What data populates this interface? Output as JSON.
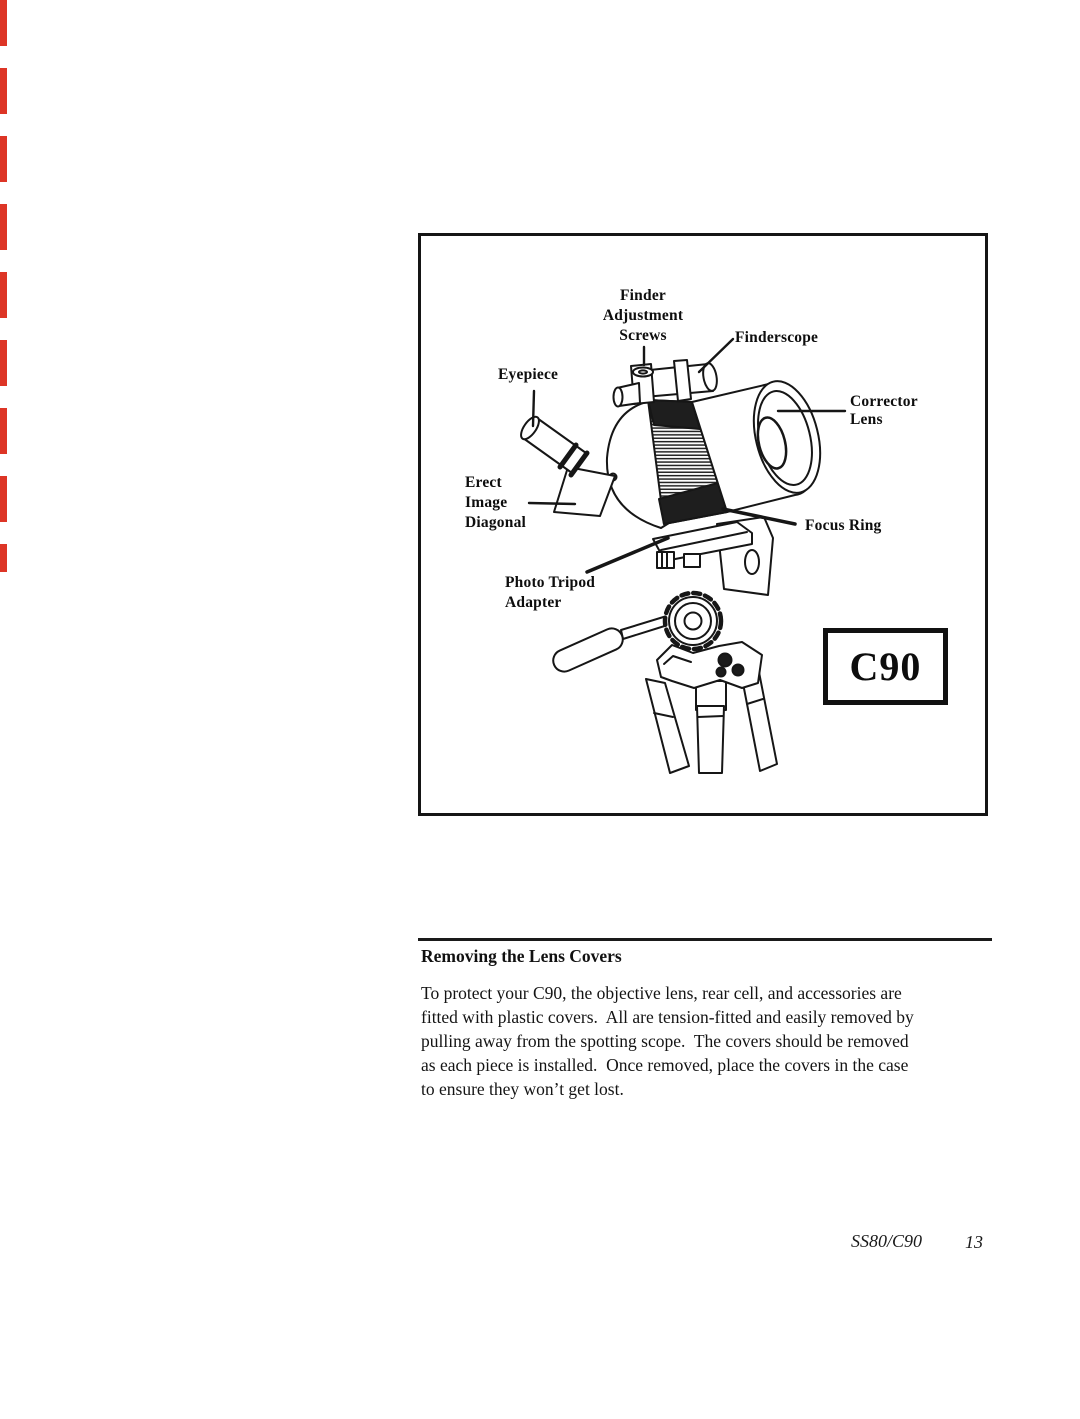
{
  "colors": {
    "ink": "#161616",
    "paper": "#ffffff",
    "edge_mark_red": "#dd3526"
  },
  "diagram": {
    "model_badge": "C90",
    "labels": {
      "finder_adjustment_screws": [
        "Finder",
        "Adjustment",
        "Screws"
      ],
      "finderscope": "Finderscope",
      "eyepiece": "Eyepiece",
      "corrector_lens": [
        "Corrector",
        "Lens"
      ],
      "erect_image_diagonal": [
        "Erect",
        "Image",
        "Diagonal"
      ],
      "focus_ring": "Focus Ring",
      "photo_tripod_adapter": [
        "Photo Tripod",
        "Adapter"
      ]
    }
  },
  "section": {
    "heading": "Removing the Lens Covers",
    "body_lines": [
      "To protect your C90, the objective lens, rear cell, and accessories are",
      "fitted with plastic covers.  All are tension-fitted and easily removed by",
      "pulling away from the spotting scope.  The covers should be removed",
      "as each piece is installed.  Once removed, place the covers in the case",
      "to ensure they won’t get lost."
    ]
  },
  "footer": {
    "manual_code": "SS80/C90",
    "page_number": "13"
  }
}
